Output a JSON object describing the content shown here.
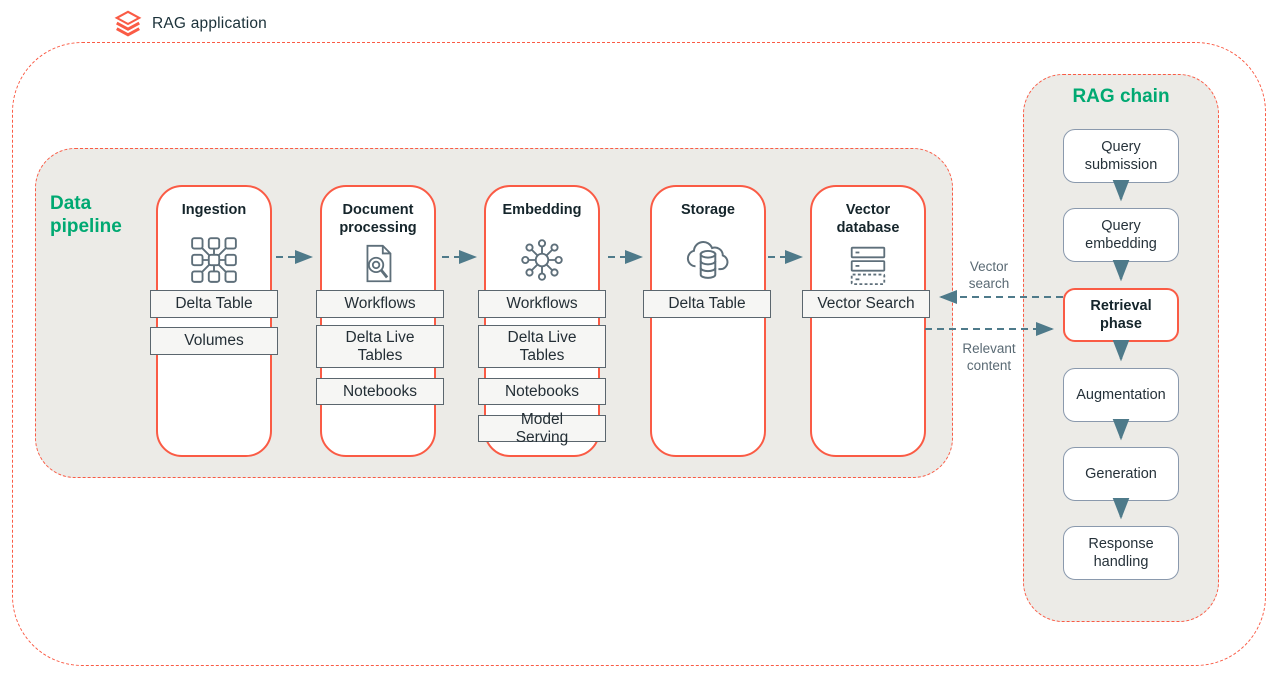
{
  "header": {
    "logo_icon": "databricks-logo-icon",
    "app_label": "RAG application"
  },
  "data_pipeline": {
    "title": "Data pipeline",
    "stages": [
      {
        "title": "Ingestion",
        "icon": "grid-nodes-icon",
        "labels": [
          "Delta Table",
          "Volumes"
        ]
      },
      {
        "title": "Document processing",
        "icon": "document-search-icon",
        "labels": [
          "Workflows",
          "Delta Live Tables",
          "Notebooks"
        ]
      },
      {
        "title": "Embedding",
        "icon": "embedding-network-icon",
        "labels": [
          "Workflows",
          "Delta Live Tables",
          "Notebooks",
          "Model Serving"
        ]
      },
      {
        "title": "Storage",
        "icon": "cloud-database-icon",
        "labels": [
          "Delta Table"
        ]
      },
      {
        "title": "Vector database",
        "icon": "server-stack-icon",
        "labels": [
          "Vector Search"
        ]
      }
    ]
  },
  "rag_chain": {
    "title": "RAG chain",
    "steps": [
      {
        "label": "Query submission",
        "highlighted": false
      },
      {
        "label": "Query embedding",
        "highlighted": false
      },
      {
        "label": "Retrieval phase",
        "highlighted": true
      },
      {
        "label": "Augmentation",
        "highlighted": false
      },
      {
        "label": "Generation",
        "highlighted": false
      },
      {
        "label": "Response handling",
        "highlighted": false
      }
    ]
  },
  "connections": {
    "vector_search_label": "Vector search",
    "relevant_content_label": "Relevant content"
  },
  "colors": {
    "accent_red": "#FA5B45",
    "accent_green": "#00A972",
    "arrow_slate": "#4E7A8A",
    "panel_bg": "#ECEBE7",
    "text_dark": "#1B3139",
    "icon_gray": "#5E6F7A"
  }
}
